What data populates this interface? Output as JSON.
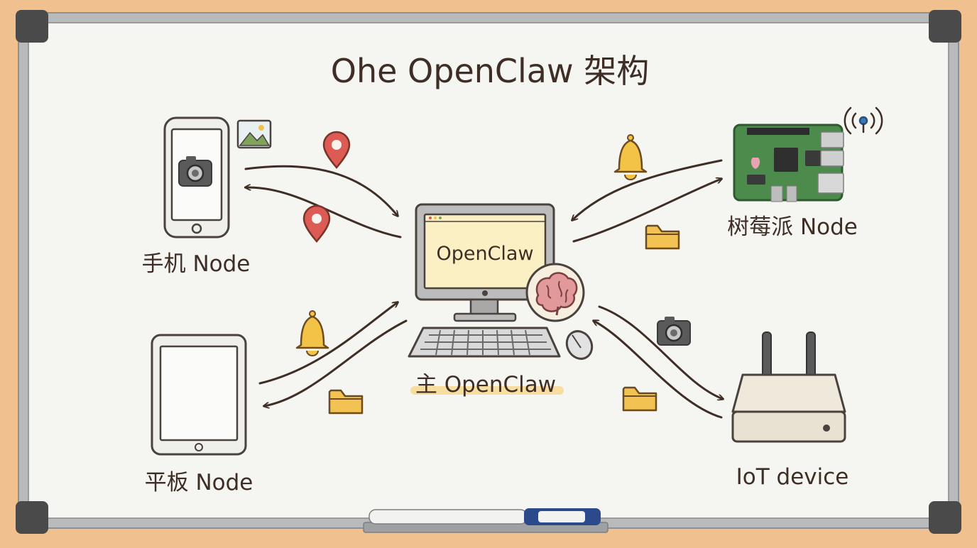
{
  "title": "Ohe OpenClaw 架构",
  "center": {
    "screen_text": "OpenClaw",
    "caption": "主 OpenClaw"
  },
  "nodes": {
    "phone": {
      "label": "手机 Node"
    },
    "tablet": {
      "label": "平板 Node"
    },
    "raspberry_pi": {
      "label": "树莓派 Node"
    },
    "iot": {
      "label": "IoT device"
    }
  },
  "icons": {
    "phone_side": "image-icon",
    "phone_screen": "camera-icon",
    "phone_link": [
      "location-pin-icon",
      "location-pin-icon"
    ],
    "tablet_link": [
      "bell-icon",
      "folder-icon"
    ],
    "raspberry_link": [
      "bell-icon",
      "folder-icon"
    ],
    "raspberry_side": "wireless-signal-icon",
    "iot_link": [
      "camera-icon",
      "folder-icon"
    ],
    "center_badge": "brain-icon"
  },
  "colors": {
    "board_frame": "#a9abad",
    "board_surface": "#f5f5f1",
    "ink": "#3e2e26",
    "screen_yellow": "#faf0c4",
    "pin_red": "#dc5b55",
    "bell_yellow": "#f2c347",
    "folder_yellow": "#f2c252",
    "pcb_green": "#4c8b4b",
    "brain_pink": "#e19a99",
    "caption_highlight": "#f7dc97"
  }
}
